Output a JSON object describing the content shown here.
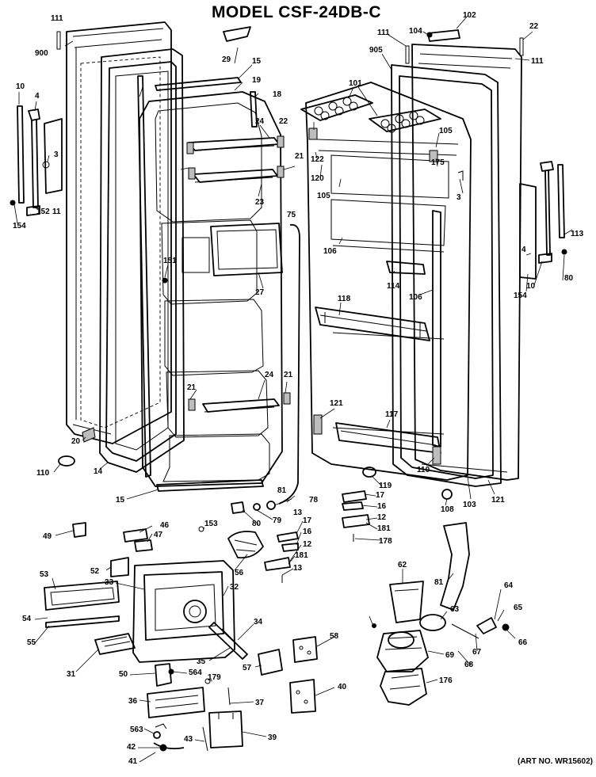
{
  "title": "MODEL CSF-24DB-C",
  "art_number": "(ART NO. WR15602)",
  "callouts": [
    "111",
    "900",
    "10",
    "4",
    "3",
    "152",
    "11",
    "154",
    "29",
    "15",
    "19",
    "18",
    "24",
    "22",
    "21",
    "23",
    "75",
    "27",
    "151",
    "24",
    "21",
    "21",
    "20",
    "110",
    "14",
    "15",
    "49",
    "46",
    "47",
    "153",
    "52",
    "56",
    "53",
    "33",
    "32",
    "54",
    "55",
    "31",
    "50",
    "564",
    "179",
    "36",
    "37",
    "563",
    "42",
    "43",
    "41",
    "39",
    "58",
    "40",
    "34",
    "35",
    "57",
    "80",
    "79",
    "78",
    "81",
    "13",
    "17",
    "16",
    "12",
    "181",
    "13",
    "17",
    "16",
    "12",
    "181",
    "178",
    "108",
    "103",
    "121",
    "110",
    "119",
    "121",
    "117",
    "118",
    "114",
    "106",
    "106",
    "105",
    "120",
    "122",
    "101",
    "102",
    "104",
    "905",
    "111",
    "111",
    "22",
    "105",
    "175",
    "3",
    "4",
    "10",
    "113",
    "154",
    "80",
    "81",
    "62",
    "63",
    "64",
    "65",
    "66",
    "67",
    "68",
    "69",
    "176"
  ]
}
